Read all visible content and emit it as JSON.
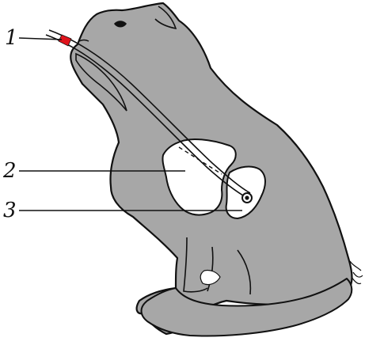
{
  "figure": {
    "subject": "cat",
    "labels": [
      {
        "id": "1",
        "text": "1"
      },
      {
        "id": "2",
        "text": "2"
      },
      {
        "id": "3",
        "text": "3"
      }
    ]
  },
  "colors": {
    "fur": "#a7a7a7",
    "outline": "#111111",
    "organ_fill": "#ffffff",
    "marker": "#e0141c"
  }
}
